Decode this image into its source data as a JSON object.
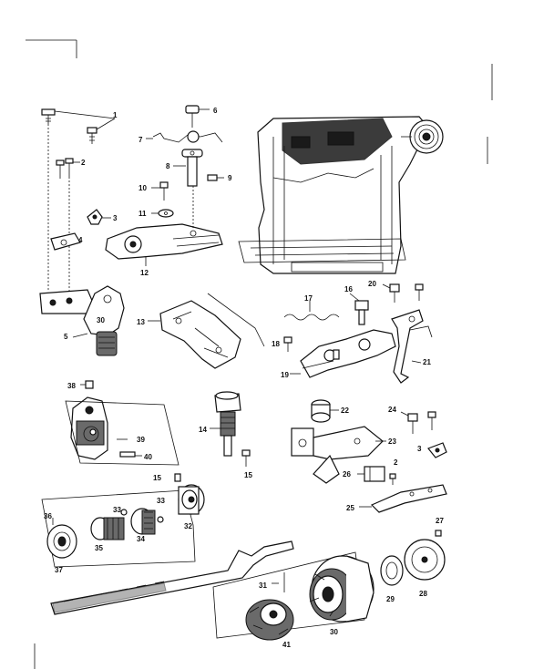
{
  "labels": {
    "l1": "1",
    "l2": "2",
    "l3": "3",
    "l4": "4",
    "l5": "5",
    "l6": "6",
    "l7": "7",
    "l8": "8",
    "l9": "9",
    "l10": "10",
    "l11": "11",
    "l12": "12",
    "l13": "13",
    "l14": "14",
    "l15": "15",
    "l15b": "15",
    "l16": "16",
    "l17": "17",
    "l18": "18",
    "l19": "19",
    "l20": "20",
    "l21": "21",
    "l22": "22",
    "l23": "23",
    "l24": "24",
    "l25": "25",
    "l26": "26",
    "l27": "27",
    "l28": "28",
    "l29": "29",
    "l30": "30",
    "l30b": "30",
    "l31": "31",
    "l32": "32",
    "l33": "33",
    "l33b": "33",
    "l34": "34",
    "l35": "35",
    "l36": "36",
    "l37": "37",
    "l38": "38",
    "l39": "39",
    "l40": "40",
    "l41": "41",
    "l3b": "3",
    "l2b": "2"
  },
  "colors": {
    "ink": "#111111",
    "paper": "#ffffff"
  }
}
